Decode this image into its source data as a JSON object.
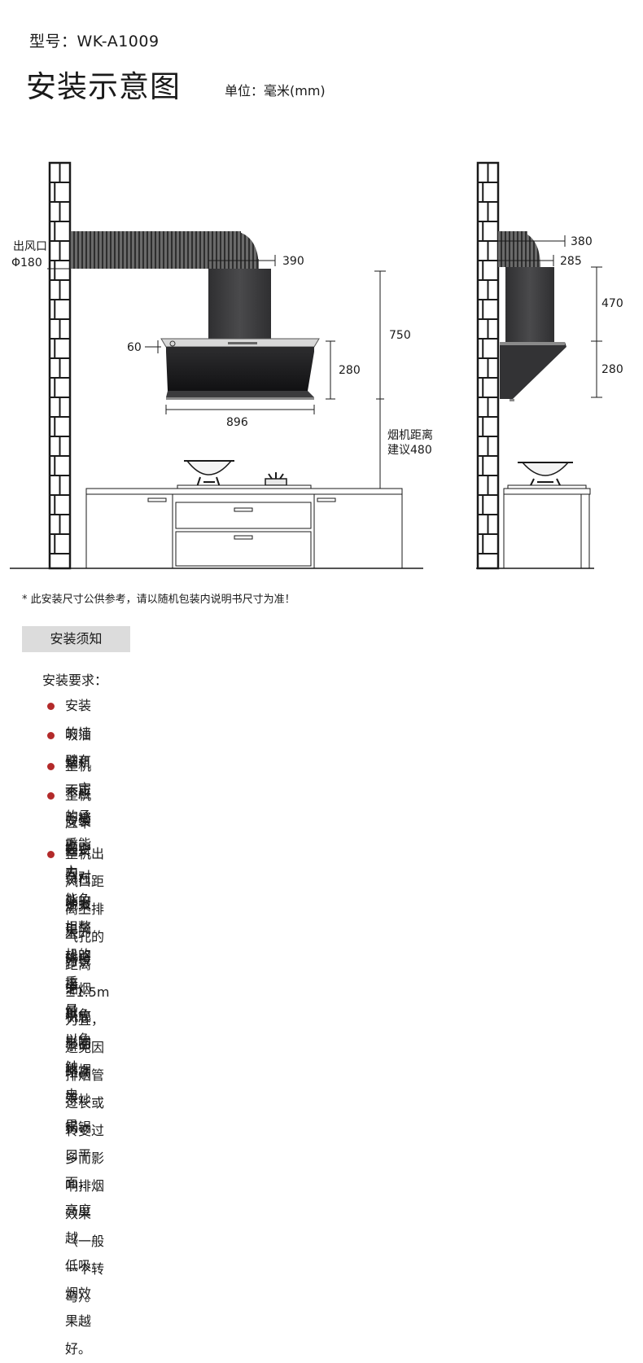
{
  "header": {
    "model": "型号：WK-A1009",
    "title": "安装示意图",
    "unit": "单位：毫米(mm)"
  },
  "diagram": {
    "outlet_label": "出风口",
    "outlet_diameter": "Φ180",
    "front_dims": {
      "duct_offset": "390",
      "panel_thickness": "60",
      "hood_height": "280",
      "total_height": "750",
      "hood_width": "896",
      "distance_note_line1": "烟机距离",
      "distance_note_line2": "建议480"
    },
    "side_dims": {
      "duct_top": "380",
      "duct_depth": "285",
      "chimney_height": "470",
      "hood_height": "280"
    },
    "colors": {
      "hood": "#3b3b3d",
      "glass": "#1c1c1e",
      "duct": "#5a5a5a",
      "line": "#1a1a1a",
      "accent": "#b32a2a"
    }
  },
  "disclaimer": "* 此安装尺寸公供参考，请以随机包装内说明书尺寸为准！",
  "section_tag": "安装须知",
  "requirements": {
    "title": "安装要求：",
    "items": [
      {
        "text": "安装的墙壁有一定的承重能力，能负担整机的重量。"
      },
      {
        "text": "吸油烟机不应与墙壁内、外的电气线路接触，以免触电。"
      },
      {
        "text": "整机不应安装在空气对流太大的环境中，以免影响排烟效果。"
      },
      {
        "text": "整机应牢固安装在炉具上方，油烟机底平面略高于炒锅锅口平面，高度越",
        "text2": "低吸烟效果越好。"
      },
      {
        "text": "整机出风口距离上排气孔的距离≤1.5m为宜，避免因排烟管过长或转变过",
        "text2": "多而影响排烟效果（一般一个转弯）。"
      }
    ]
  }
}
